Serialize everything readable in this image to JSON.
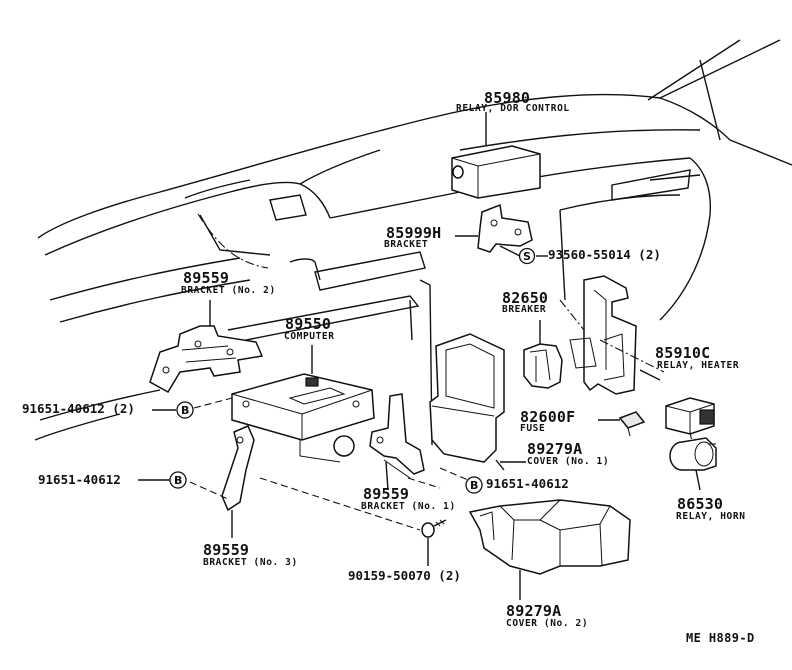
{
  "parts": {
    "relay_door_control": {
      "number": "85980",
      "name": "RELAY, DOR CONTROL"
    },
    "bracket_85999h": {
      "number": "85999H",
      "name": "BRACKET"
    },
    "screw_93560": {
      "symbol": "S",
      "number": "93560-55014 (2)"
    },
    "breaker": {
      "number": "82650",
      "name": "BREAKER"
    },
    "bracket_no2": {
      "number": "89559",
      "name": "BRACKET (No. 2)"
    },
    "computer": {
      "number": "89550",
      "name": "COMPUTER"
    },
    "relay_heater": {
      "number": "85910C",
      "name": "RELAY, HEATER"
    },
    "clip_left_upper": {
      "number": "91651-40612 (2)",
      "symbol": "B"
    },
    "fuse": {
      "number": "82600F",
      "name": "FUSE"
    },
    "cover_no1": {
      "number": "89279A",
      "name": "COVER (No. 1)"
    },
    "clip_left_lower": {
      "number": "91651-40612",
      "symbol": "B"
    },
    "clip_right": {
      "symbol": "B",
      "number": "91651-40612"
    },
    "bracket_no1": {
      "number": "89559",
      "name": "BRACKET (No. 1)"
    },
    "relay_horn": {
      "number": "86530",
      "name": "RELAY, HORN"
    },
    "bracket_no3": {
      "number": "89559",
      "name": "BRACKET (No. 3)"
    },
    "bolt_90159": {
      "number": "90159-50070 (2)"
    },
    "cover_no2": {
      "number": "89279A",
      "name": "COVER (No. 2)"
    }
  },
  "diagram_code": "ME H889-D"
}
